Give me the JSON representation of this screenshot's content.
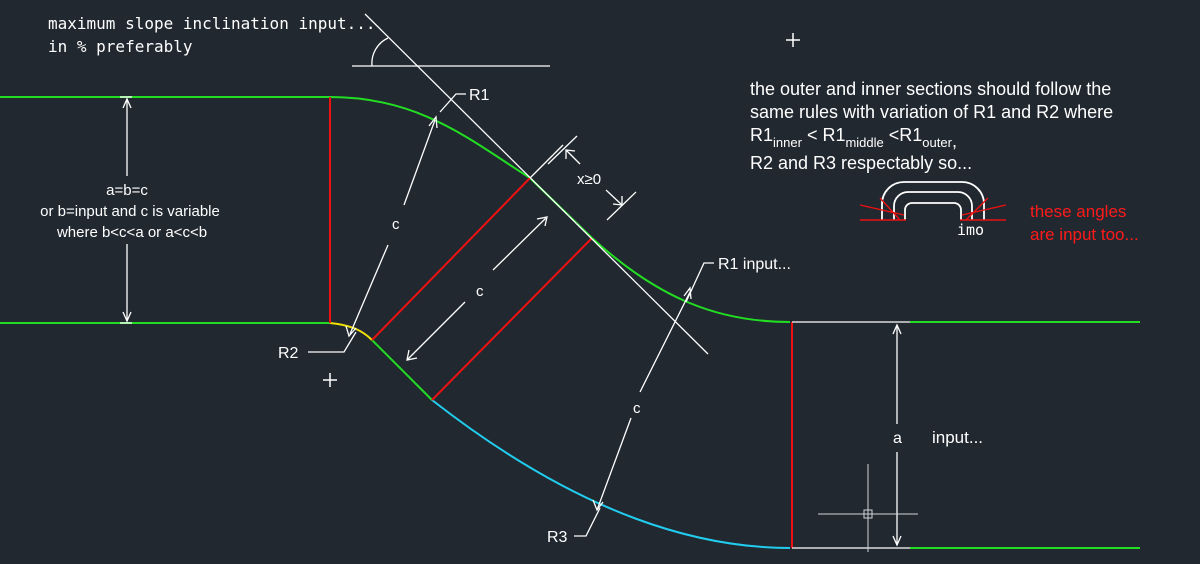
{
  "notes": {
    "slope_line1": "maximum slope inclination input...",
    "slope_line2": "in % preferably",
    "equality_line1": "a=b=c",
    "equality_line2": "or b=input and c is variable",
    "equality_line3": "where b<c<a or a<c<b",
    "rule_line1": "the outer and inner sections should follow the",
    "rule_line2": "same rules with variation of R1 and R2 where",
    "rule_r1": "R1",
    "rule_inner": "inner",
    "rule_lt1": " < R1",
    "rule_middle": "middle",
    "rule_lt2": " <R1",
    "rule_outer": "outer",
    "rule_comma": ",",
    "rule_line4": "R2 and R3 respectably so...",
    "angles_line1": "these angles",
    "angles_line2": "are input too...",
    "imo": "imo"
  },
  "labels": {
    "r1": "R1",
    "r1_input": "R1 input...",
    "r2": "R2",
    "r3": "R3",
    "x_ge_0": "x≥0",
    "c_left": "c",
    "c_mid": "c",
    "c_right": "c",
    "a": "a",
    "input": "input..."
  },
  "colors": {
    "background": "#212830",
    "green": "#22dd22",
    "red": "#ee1111",
    "cyan": "#22ccee",
    "yellow": "#f0e000",
    "white": "#ffffff",
    "annotation_red": "#ff1a1a"
  }
}
